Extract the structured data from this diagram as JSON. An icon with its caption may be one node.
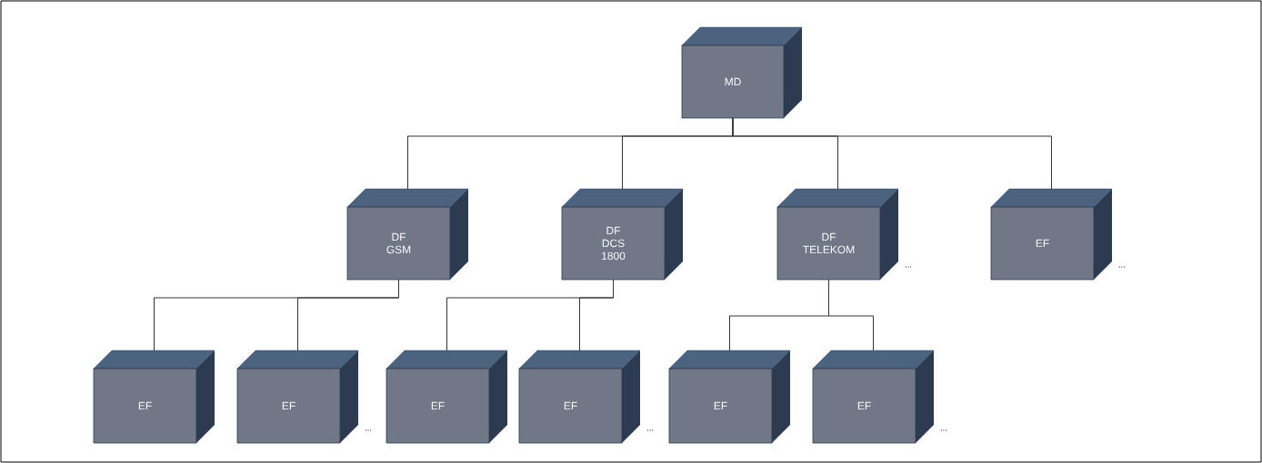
{
  "diagram": {
    "nodes": [
      {
        "text": [
          "MD"
        ]
      },
      {
        "text": [
          "DF GSM"
        ]
      },
      {
        "text": [
          "DF DCS 1800"
        ]
      },
      {
        "text": [
          "DF TELEKOM"
        ],
        "beside": [
          "..."
        ]
      },
      {
        "text": [
          "EF"
        ],
        "beside": [
          "..."
        ]
      },
      {
        "text": [
          "EF"
        ]
      },
      {
        "text": [
          "EF"
        ],
        "beside": [
          "..."
        ]
      },
      {
        "text": [
          "EF"
        ]
      },
      {
        "text": [
          "EF"
        ],
        "beside": [
          "..."
        ]
      },
      {
        "text": [
          "EF"
        ]
      },
      {
        "text": [
          "EF"
        ],
        "beside": [
          "..."
        ]
      }
    ],
    "edges": [
      {
        "from": 0,
        "to": 1,
        "arrow": "none"
      },
      {
        "from": 0,
        "to": 2,
        "arrow": "none"
      },
      {
        "from": 0,
        "to": 3,
        "arrow": "none"
      },
      {
        "from": 0,
        "to": 4,
        "arrow": "none"
      },
      {
        "from": 1,
        "to": 5,
        "arrow": "none"
      },
      {
        "from": 1,
        "to": 6,
        "arrow": "none"
      },
      {
        "from": 2,
        "to": 7,
        "arrow": "none"
      },
      {
        "from": 2,
        "to": 8,
        "arrow": "none"
      },
      {
        "from": 3,
        "to": 9,
        "arrow": "none"
      },
      {
        "from": 3,
        "to": 10,
        "arrow": "none"
      }
    ]
  }
}
